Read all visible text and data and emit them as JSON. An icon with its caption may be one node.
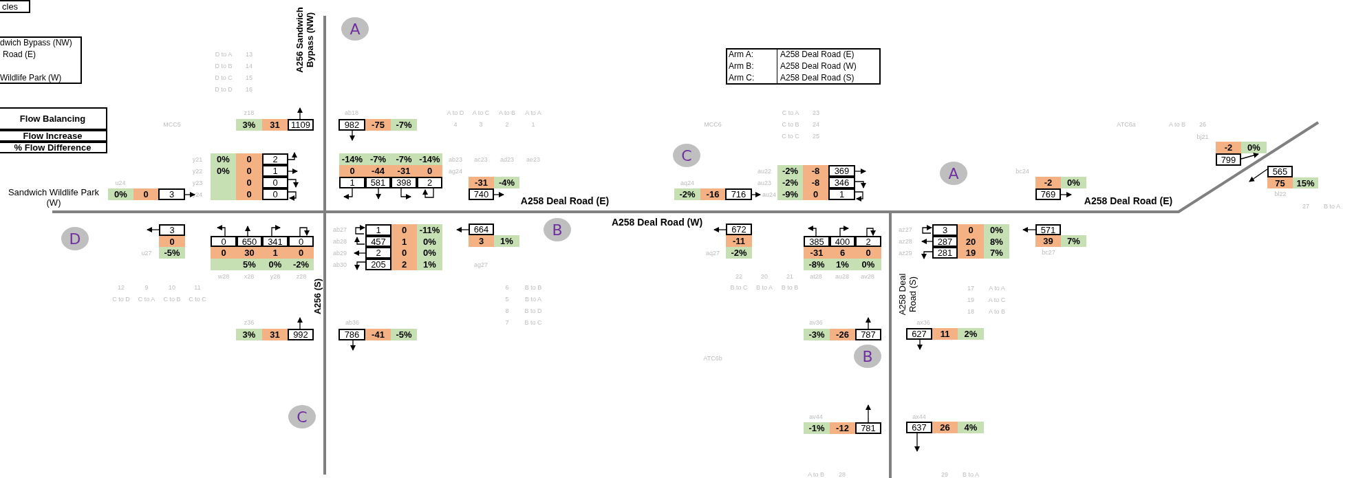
{
  "diagram": {
    "nodes": [
      {
        "text": [
          "A"
        ]
      },
      {
        "text": [
          "C"
        ]
      },
      {
        "text": [
          "A"
        ]
      },
      {
        "text": [
          "B"
        ]
      },
      {
        "text": [
          "D"
        ]
      },
      {
        "text": [
          "B"
        ]
      },
      {
        "text": [
          "C"
        ]
      }
    ],
    "labels": [
      "cles",
      "dwich Bypass (NW)",
      "Road (E)",
      "Wildlife Park (W)",
      "Flow Balancing",
      "Flow Increase",
      "% Flow Difference",
      "D to A",
      "13",
      "D to B",
      "14",
      "D to C",
      "15",
      "D to D",
      "16",
      "A256 Sandwich Bypass (NW)",
      "Arm A:",
      "A258 Deal Road (E)",
      "Arm B:",
      "A258 Deal Road (W)",
      "Arm C:",
      "A258 Deal Road (S)",
      "z18",
      "ab18",
      "A to D",
      "A to C",
      "A to B",
      "A to A",
      "C to A",
      "23",
      "3%",
      "31",
      "1109",
      "982",
      "-75",
      "-7%",
      "MCC5",
      "4",
      "3",
      "2",
      "1",
      "MCC6",
      "C to B",
      "24",
      "ATC6a",
      "A to B",
      "26",
      "C to C",
      "25",
      "bj21",
      "-2",
      "0%",
      "y21",
      "0%",
      "0",
      "2",
      "-14%",
      "-7%",
      "-7%",
      "-14%",
      "ab23",
      "ac23",
      "ad23",
      "ae23",
      "799",
      "y22",
      "0%",
      "0",
      "1",
      "0",
      "-44",
      "-31",
      "0",
      "ag24",
      "au22",
      "-2%",
      "-8",
      "369",
      "bc24",
      "565",
      "u24",
      "y23",
      "0",
      "0",
      "1",
      "581",
      "398",
      "2",
      "-31",
      "-4%",
      "aq24",
      "au23",
      "-2%",
      "-8",
      "346",
      "-2",
      "0%",
      "75",
      "15%",
      "Sandwich Wildlife Park (W)",
      "0%",
      "0",
      "3",
      "y24",
      "0",
      "0",
      "740",
      "-2%",
      "-16",
      "716",
      "au24",
      "-9%",
      "0",
      "1",
      "769",
      "bl22",
      "A258 Deal Road (E)",
      "A258 Deal Road (E)",
      "27",
      "B to A",
      "A258 Deal Road (W)",
      "3",
      "ab27",
      "1",
      "0",
      "-11%",
      "664",
      "672",
      "az27",
      "3",
      "0",
      "0%",
      "571",
      "0",
      "0",
      "650",
      "341",
      "0",
      "ab28",
      "457",
      "1",
      "0%",
      "3",
      "1%",
      "-11",
      "385",
      "400",
      "2",
      "az28",
      "287",
      "20",
      "8%",
      "39",
      "7%",
      "u27",
      "-5%",
      "0",
      "30",
      "1",
      "0",
      "ab29",
      "2",
      "0",
      "0%",
      "aq27",
      "-2%",
      "-31",
      "6",
      "0",
      "az29",
      "281",
      "19",
      "7%",
      "bc27",
      "5%",
      "0%",
      "-2%",
      "ab30",
      "205",
      "2",
      "1%",
      "ag27",
      "-8%",
      "1%",
      "0%",
      "w28",
      "x28",
      "y28",
      "z28",
      "22",
      "20",
      "21",
      "at28",
      "au28",
      "av28",
      "12",
      "9",
      "10",
      "11",
      "6",
      "B to B",
      "B to C",
      "B to A",
      "B to B",
      "17",
      "A to A",
      "A256 (S)",
      "A258 Deal Road (S)",
      "C to D",
      "C to A",
      "C to B",
      "C to C",
      "5",
      "B to A",
      "19",
      "A to C",
      "8",
      "B to D",
      "18",
      "A to B",
      "z36",
      "ab36",
      "7",
      "B to C",
      "av36",
      "ax36",
      "3%",
      "31",
      "992",
      "786",
      "-41",
      "-5%",
      "-3%",
      "-26",
      "787",
      "627",
      "11",
      "2%",
      "ATC6b",
      "av44",
      "ax44",
      "-1%",
      "-12",
      "781",
      "637",
      "26",
      "4%",
      "A to B",
      "28",
      "29",
      "B to A"
    ]
  }
}
